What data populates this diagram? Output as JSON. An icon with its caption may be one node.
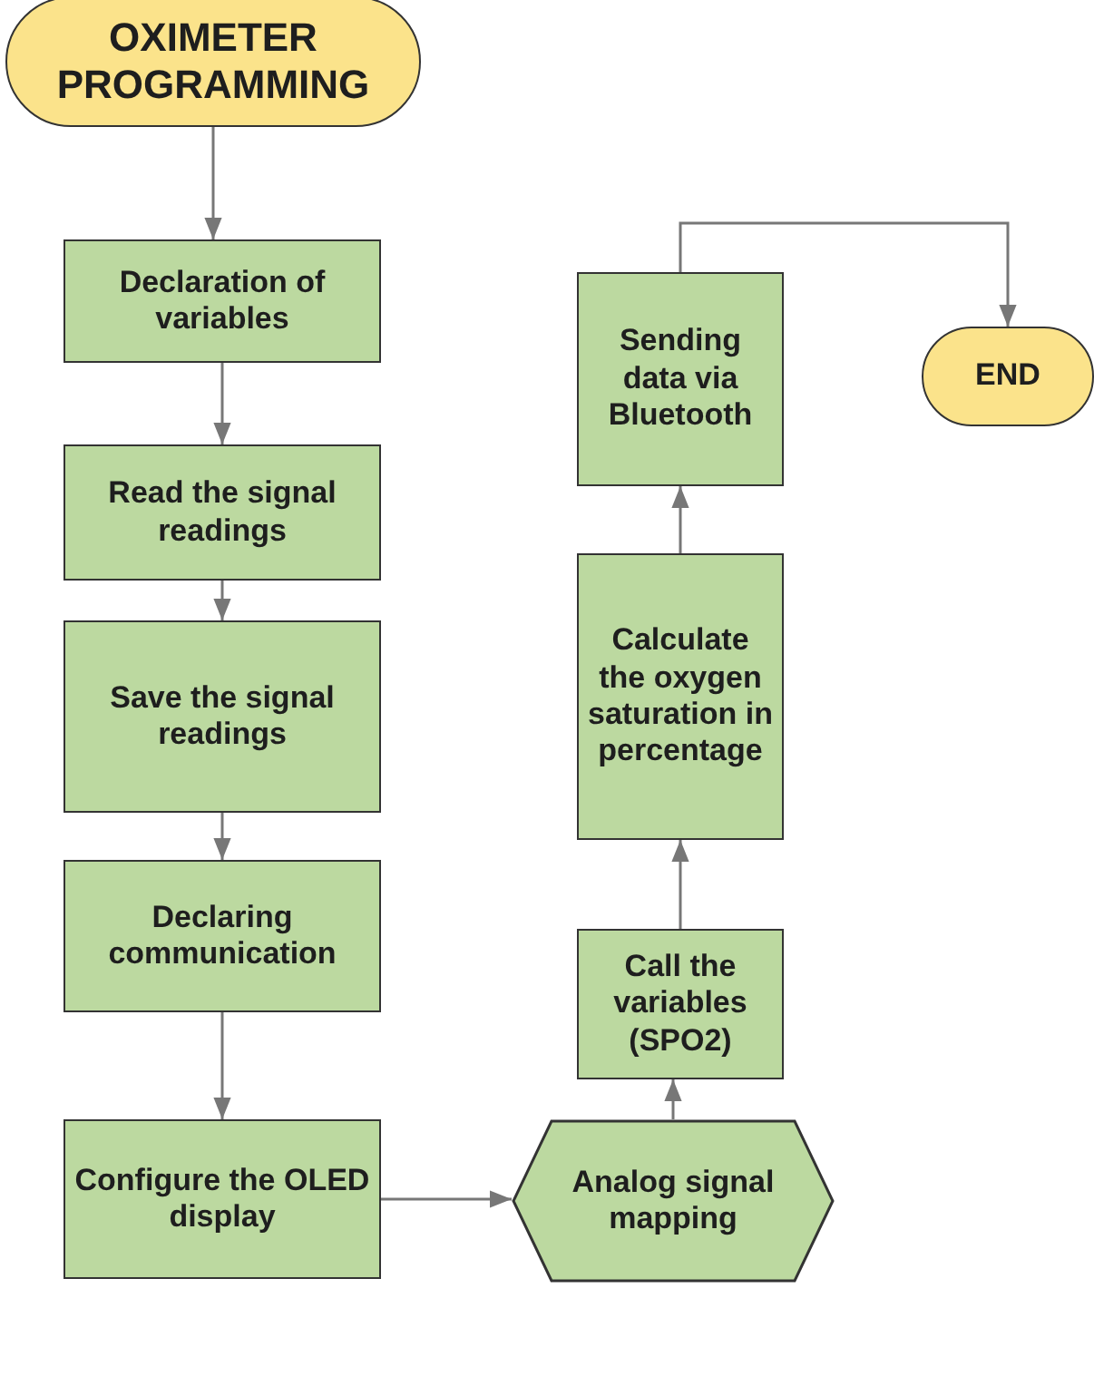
{
  "diagram": {
    "nodes": [
      {
        "text": [
          "OXIMETER PROGRAMMING"
        ]
      },
      {
        "text": [
          "Declaration of variables"
        ]
      },
      {
        "text": [
          "Read the signal readings"
        ]
      },
      {
        "text": [
          "Save the signal readings"
        ]
      },
      {
        "text": [
          "Declaring communication"
        ]
      },
      {
        "text": [
          "Configure the OLED display"
        ]
      },
      {
        "text": [
          "Analog signal mapping"
        ]
      },
      {
        "text": [
          "Call the variables (SPO2)"
        ]
      },
      {
        "text": [
          "Calculate the oxygen saturation in percentage"
        ]
      },
      {
        "text": [
          "Sending data via Bluetooth"
        ]
      },
      {
        "text": [
          "END"
        ]
      }
    ],
    "edges": [
      {
        "from": 0,
        "to": 1,
        "arrow": "to"
      },
      {
        "from": 1,
        "to": 2,
        "arrow": "to"
      },
      {
        "from": 2,
        "to": 3,
        "arrow": "to"
      },
      {
        "from": 3,
        "to": 4,
        "arrow": "to"
      },
      {
        "from": 4,
        "to": 5,
        "arrow": "to"
      },
      {
        "from": 5,
        "to": 6,
        "arrow": "to"
      },
      {
        "from": 6,
        "to": 7,
        "arrow": "to"
      },
      {
        "from": 7,
        "to": 8,
        "arrow": "to"
      },
      {
        "from": 8,
        "to": 9,
        "arrow": "to"
      },
      {
        "from": 9,
        "to": 10,
        "arrow": "to"
      }
    ]
  }
}
